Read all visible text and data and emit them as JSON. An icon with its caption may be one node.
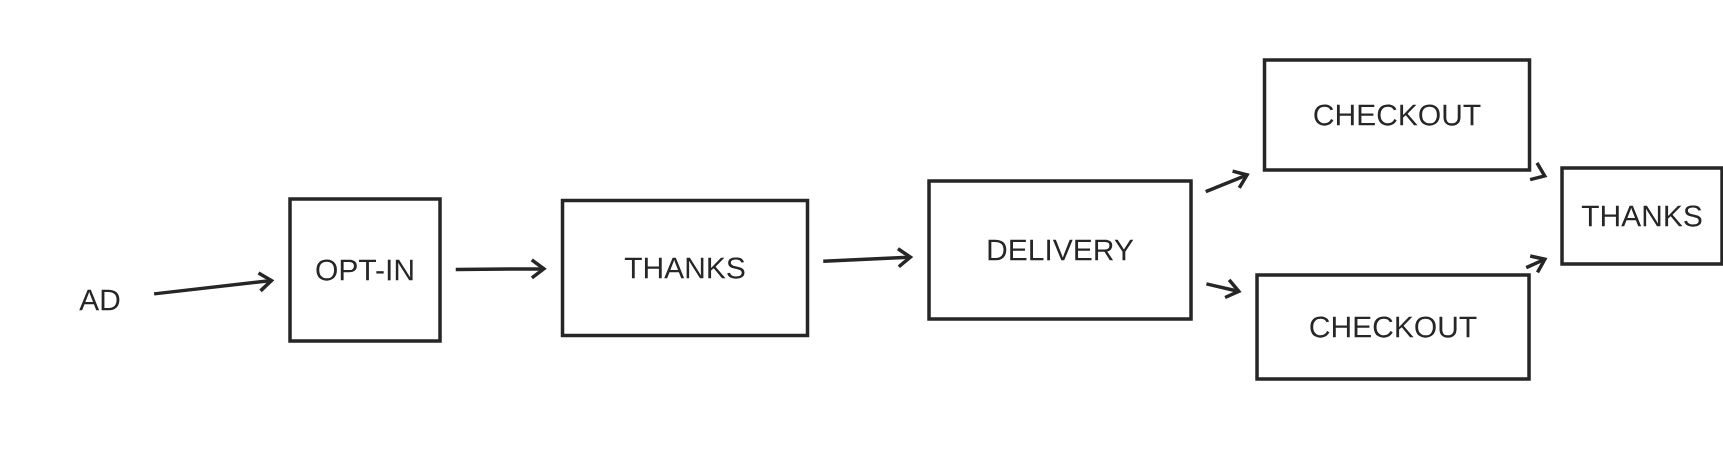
{
  "diagram": {
    "nodes": [
      {
        "text": [
          "AD"
        ]
      },
      {
        "text": [
          "OPT-IN"
        ]
      },
      {
        "text": [
          "THANKS"
        ]
      },
      {
        "text": [
          "DELIVERY"
        ]
      },
      {
        "text": [
          "CHECKOUT"
        ]
      },
      {
        "text": [
          "CHECKOUT"
        ]
      },
      {
        "text": [
          "THANKS"
        ]
      }
    ],
    "edges": [
      {
        "from": 0,
        "to": 1,
        "arrow": "to"
      },
      {
        "from": 1,
        "to": 2,
        "arrow": "to"
      },
      {
        "from": 2,
        "to": 3,
        "arrow": "to"
      },
      {
        "from": 3,
        "to": 4,
        "arrow": "to"
      },
      {
        "from": 3,
        "to": 5,
        "arrow": "to"
      },
      {
        "from": 4,
        "to": 6,
        "arrow": "to"
      },
      {
        "from": 5,
        "to": 6,
        "arrow": "to"
      }
    ]
  }
}
